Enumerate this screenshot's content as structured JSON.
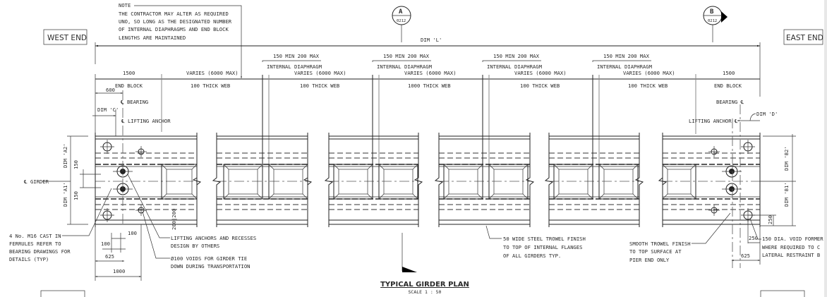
{
  "note": {
    "heading": "NOTE",
    "lines": [
      "THE CONTRACTOR MAY ALTER AS REQUIRED",
      "UNO, SO LONG AS THE DESIGNATED NUMBER",
      "OF INTERNAL DIAPHRAGMS AND END BLOCK",
      "LENGTHS ARE MAINTAINED"
    ]
  },
  "ends": {
    "west": "WEST END",
    "east": "EAST END"
  },
  "section_markers": [
    {
      "letter": "A",
      "sheet": "0212"
    },
    {
      "letter": "B",
      "sheet": "0212"
    }
  ],
  "overall_dim": "DIM 'L'",
  "end_block": {
    "length": "1500",
    "label": "END BLOCK"
  },
  "diaphragm": {
    "width": "150 MIN 200 MAX",
    "label": "INTERNAL DIAPHRAGM"
  },
  "bays": [
    {
      "length": "VARIES (6000 MAX)",
      "web": "100 THICK WEB"
    },
    {
      "length": "VARIES (6000 MAX)",
      "web": "100 THICK WEB"
    },
    {
      "length": "VARIES (6000 MAX)",
      "web": "1000 THICK WEB"
    },
    {
      "length": "VARIES (6000 MAX)",
      "web": "100 THICK WEB"
    },
    {
      "length": "VARIES (6000 MAX)",
      "web": "100 THICK WEB"
    }
  ],
  "west_labels": {
    "dim_600": "600",
    "bearing": "℄ BEARING",
    "dim_c": "DIM 'C'",
    "lifting_anchor": "℄ LIFTING ANCHOR",
    "girder_cl": "℄ GIRDER",
    "dim_a2": "DIM 'A2'",
    "dim_a1": "DIM 'A1'",
    "dim_150_top": "150",
    "dim_150_bot": "150",
    "recess": "200|200",
    "dim_100a": "100",
    "dim_100b": "100",
    "dim_625": "625",
    "dim_1000": "1000"
  },
  "east_labels": {
    "bearing": "BEARING ℄",
    "lifting_anchor": "LIFTING ANCHOR ℄",
    "dim_d": "DIM 'D'",
    "dim_b2": "DIM 'B2'",
    "dim_b1": "DIM 'B1'",
    "dim_250v": "250",
    "dim_250": "250",
    "dim_625": "625"
  },
  "callouts": {
    "ferrules": [
      "4 No.  M16 CAST IN",
      "FERRULES REFER TO",
      "BEARING DRAWINGS FOR",
      "DETAILS (TYP)"
    ],
    "anchors": [
      "LIFTING ANCHORS AND RECESSES",
      "DESIGN BY OTHERS"
    ],
    "voids": [
      "Ø100 VOIDS FOR GIRDER TIE",
      "DOWN DURING TRANSPORTATION"
    ],
    "trowel": [
      "50 WIDE STEEL TROWEL FINISH",
      "TO TOP OF INTERNAL FLANGES",
      "OF ALL GIRDERS TYP."
    ],
    "smooth": [
      "SMOOTH TROWEL FINISH",
      "TO TOP SURFACE AT",
      "PIER END ONLY"
    ],
    "void_former": [
      "150 DIA. VOID FORMER",
      "WHERE REQUIRED TO C",
      "LATERAL RESTRAINT B"
    ]
  },
  "title": {
    "main": "TYPICAL GIRDER PLAN",
    "scale": "SCALE  1 : 50"
  }
}
